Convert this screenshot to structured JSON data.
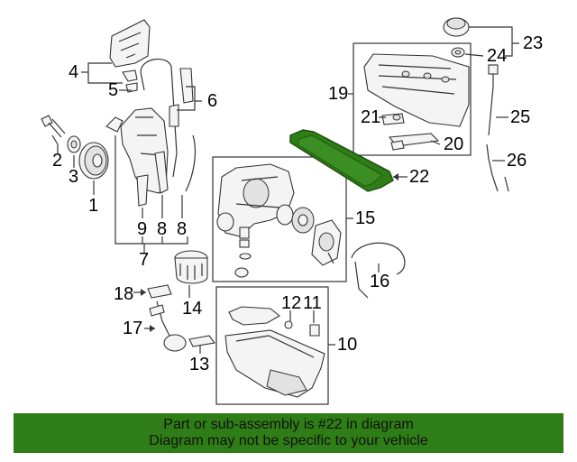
{
  "diagram": {
    "callouts": {
      "c1": "1",
      "c2": "2",
      "c3": "3",
      "c4": "4",
      "c5": "5",
      "c6": "6",
      "c7": "7",
      "c8a": "8",
      "c8b": "8",
      "c9": "9",
      "c10": "10",
      "c11": "11",
      "c12": "12",
      "c13": "13",
      "c14": "14",
      "c15": "15",
      "c16": "16",
      "c17": "17",
      "c18": "18",
      "c19": "19",
      "c20": "20",
      "c21": "21",
      "c22": "22",
      "c23": "23",
      "c24": "24",
      "c25": "25",
      "c26": "26"
    },
    "highlight_color": "#2f7d17"
  },
  "banner": {
    "line1": "Part or sub-assembly is #22 in diagram",
    "line2": "Diagram may not be specific to your vehicle",
    "background": "#2f7d17"
  }
}
